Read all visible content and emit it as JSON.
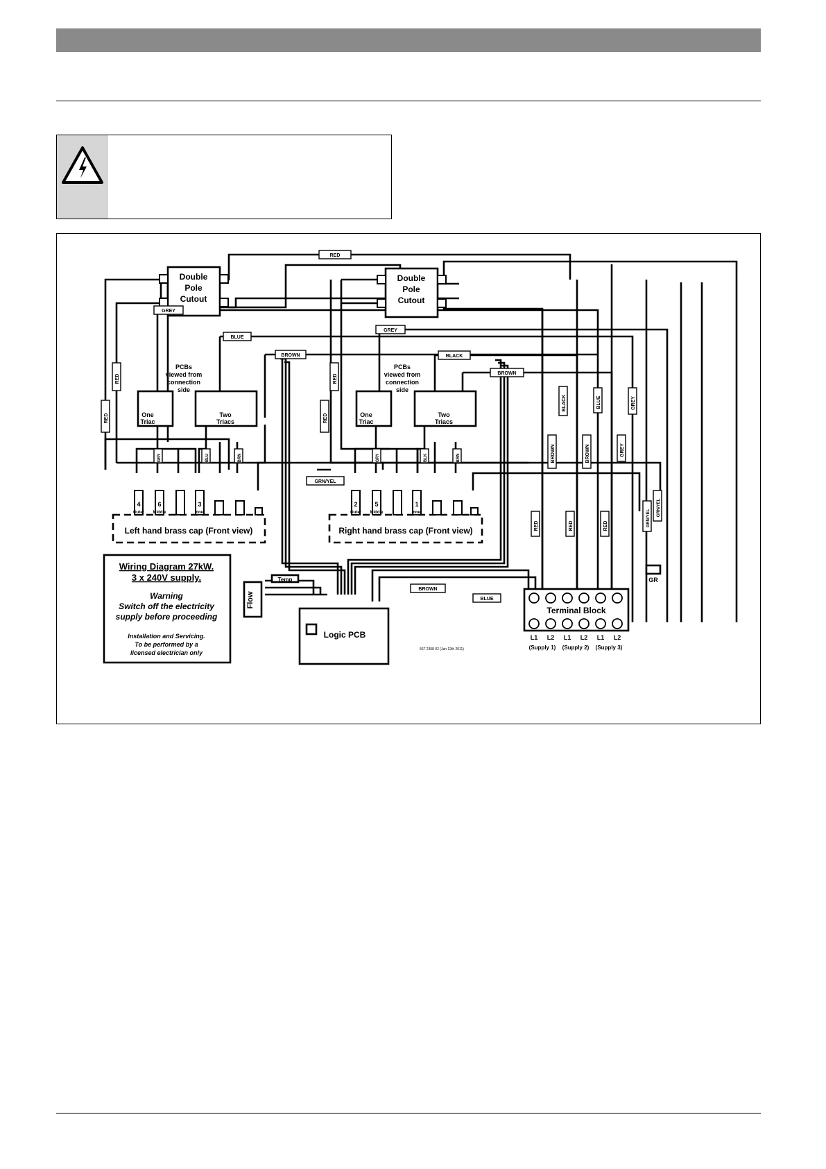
{
  "diagram": {
    "title_line1": "Wiring Diagram 27kW.",
    "title_line2": "3 x 240V supply.",
    "warning_head": "Warning",
    "warning_line1": "Switch off the electricity",
    "warning_line2": "supply before proceeding",
    "install_line1": "Installation and Servicing.",
    "install_line2": "To be performed by a",
    "install_line3": "licensed electrician only",
    "cutout_line1": "Double",
    "cutout_line2": "Pole",
    "cutout_line3": "Cutout",
    "pcb_caption_line1": "PCBs",
    "pcb_caption_line2": "viewed from",
    "pcb_caption_line3": "connection",
    "pcb_caption_line4": "side",
    "one_triac_line1": "One",
    "one_triac_line2": "Triac",
    "two_triacs_line1": "Two",
    "two_triacs_line2": "Triacs",
    "left_cap": "Left hand brass cap (Front view)",
    "right_cap": "Right hand brass cap (Front view)",
    "left_terminals": [
      "4",
      "6",
      "3"
    ],
    "right_terminals": [
      "2",
      "5",
      "1"
    ],
    "outer": "Outer",
    "middle": "Middle",
    "inner": "Inner",
    "logic_pcb": "Logic PCB",
    "flow": "Flow",
    "temp": "Temp",
    "terminal_block": "Terminal Block",
    "terminal_labels": [
      "L1",
      "L2",
      "L1",
      "L2",
      "L1",
      "L2"
    ],
    "supplies": [
      "(Supply 1)",
      "(Supply 2)",
      "(Supply 3)"
    ],
    "ground": "GR",
    "part_number": "567 2358 02  (Jan 12th 2011)",
    "wires": {
      "red": "RED",
      "grey": "GREY",
      "blue": "BLUE",
      "brown": "BROWN",
      "black": "BLACK",
      "grn_yel": "GRN/YEL",
      "gry": "GRY",
      "blu": "BLU",
      "brn": "BRN",
      "blk": "BLK"
    }
  }
}
